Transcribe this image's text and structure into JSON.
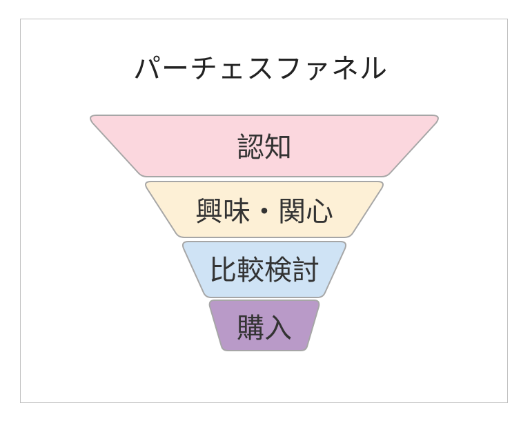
{
  "title": "パーチェスファネル",
  "stages": [
    {
      "label": "認知",
      "fill": "#fbd7de"
    },
    {
      "label": "興味・関心",
      "fill": "#fdf0d6"
    },
    {
      "label": "比較検討",
      "fill": "#cfe3f5"
    },
    {
      "label": "購入",
      "fill": "#b99ac8"
    }
  ],
  "colors": {
    "stroke": "#a6a6a6",
    "text": "#333333",
    "frame": "#bfbfbf"
  }
}
